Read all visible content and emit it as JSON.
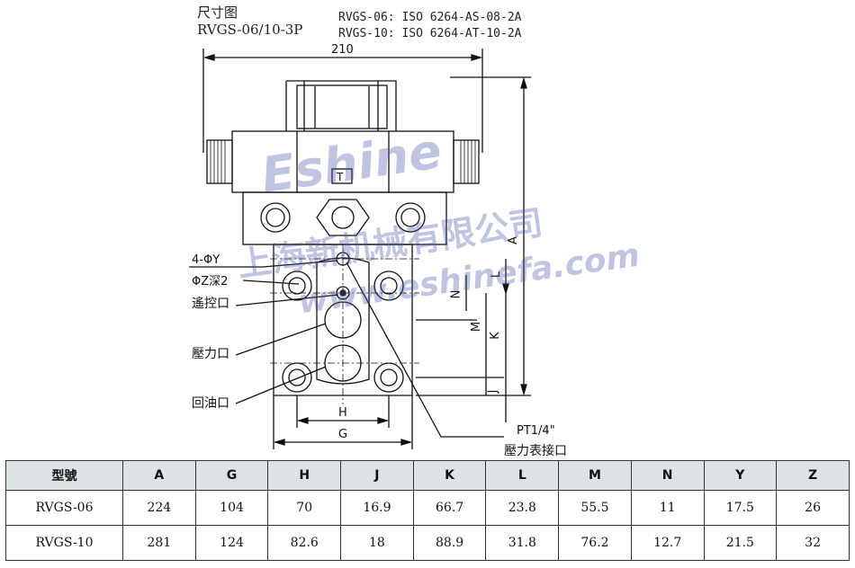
{
  "header": {
    "title": "尺寸图",
    "model": "RVGS-06/10-3P",
    "std_06": "RVGS-06: ISO 6264-AS-08-2A",
    "std_10": "RVGS-10: ISO 6264-AT-10-2A"
  },
  "dimensions": {
    "overall_width": "210",
    "A": "A",
    "L": "L",
    "N": "N",
    "M": "M",
    "K": "K",
    "J": "J",
    "H": "H",
    "G": "G"
  },
  "callouts": {
    "holes": "4-ΦY",
    "counterbore": "ΦZ深2",
    "pilot_port": "遙控口",
    "pressure_port": "壓力口",
    "return_port": "回油口",
    "gauge_thread": "PT1/4\"",
    "gauge_port": "壓力表接口"
  },
  "watermark": {
    "brand": "Eshine",
    "company": "上海新机械有限公司",
    "url": "www.eshinefa.com",
    "color": "#5a6ab8"
  },
  "table": {
    "headers": [
      "型號",
      "A",
      "G",
      "H",
      "J",
      "K",
      "L",
      "M",
      "N",
      "Y",
      "Z"
    ],
    "rows": [
      [
        "RVGS-06",
        "224",
        "104",
        "70",
        "16.9",
        "66.7",
        "23.8",
        "55.5",
        "11",
        "17.5",
        "26"
      ],
      [
        "RVGS-10",
        "281",
        "124",
        "82.6",
        "18",
        "88.9",
        "31.8",
        "76.2",
        "12.7",
        "21.5",
        "32"
      ]
    ],
    "header_bg": "#dde3e5"
  }
}
